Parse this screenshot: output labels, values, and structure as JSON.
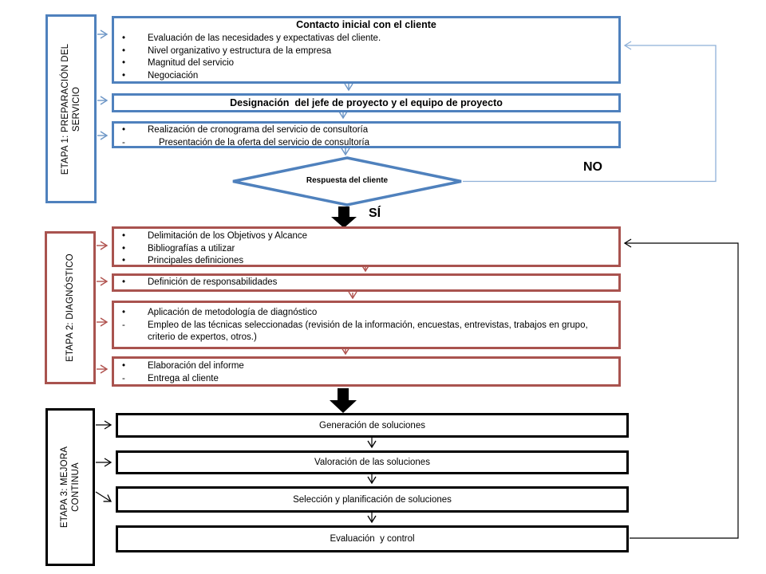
{
  "colors": {
    "stage1_blue": "#4F81BD",
    "stage2_red": "#A9534F",
    "stage3_black": "#000000",
    "feedback_blue": "#8EB0D8",
    "arrow_blue": "#6D96C6",
    "arrow_red": "#B0524E"
  },
  "stages": {
    "stage1": {
      "label_line1": "ETAPA 1: PREPARACIÓN DEL",
      "label_line2": "SERVICIO"
    },
    "stage2": {
      "label_line1": "ETAPA 2: DIAGNÓSTICO",
      "label_line2": ""
    },
    "stage3": {
      "label_line1": "ETAPA 3: MEJORA",
      "label_line2": "CONTINUA"
    }
  },
  "flow": {
    "contact_box": {
      "title": "Contacto inicial con el cliente",
      "items": [
        {
          "marker": "•",
          "text": "Evaluación de las necesidades y expectativas del cliente."
        },
        {
          "marker": "•",
          "text": "Nivel organizativo y estructura de la empresa"
        },
        {
          "marker": "•",
          "text": "Magnitud del servicio"
        },
        {
          "marker": "•",
          "text": "Negociación"
        }
      ]
    },
    "designation_box": {
      "title": "Designación  del jefe de proyecto y el equipo de proyecto"
    },
    "schedule_box": {
      "items": [
        {
          "marker": "•",
          "text": "Realización de cronograma del servicio de consultoría"
        },
        {
          "marker": "-",
          "text": "Presentación de la oferta del servicio de consultoría"
        }
      ]
    },
    "decision": {
      "label": "Respuesta del cliente",
      "no": "NO",
      "yes": "SÍ"
    },
    "diagnosis_boxes": [
      {
        "items": [
          {
            "marker": "•",
            "text": "Delimitación de los Objetivos y Alcance"
          },
          {
            "marker": "•",
            "text": "Bibliografías a utilizar"
          },
          {
            "marker": "•",
            "text": "Principales definiciones"
          }
        ]
      },
      {
        "items": [
          {
            "marker": "•",
            "text": "Definición de responsabilidades"
          }
        ]
      },
      {
        "items": [
          {
            "marker": "•",
            "text": "Aplicación de metodología de diagnóstico"
          },
          {
            "marker": "-",
            "text": "Empleo de las técnicas seleccionadas (revisión de la información, encuestas, entrevistas, trabajos en grupo, criterio de expertos, otros.)"
          }
        ]
      },
      {
        "items": [
          {
            "marker": "•",
            "text": "Elaboración del informe"
          },
          {
            "marker": "-",
            "text": "Entrega al cliente"
          }
        ]
      }
    ],
    "improvement_boxes": [
      {
        "title": "Generación de soluciones"
      },
      {
        "title": "Valoración de las soluciones"
      },
      {
        "title": "Selección y planificación de soluciones"
      },
      {
        "title": "Evaluación  y control"
      }
    ]
  }
}
